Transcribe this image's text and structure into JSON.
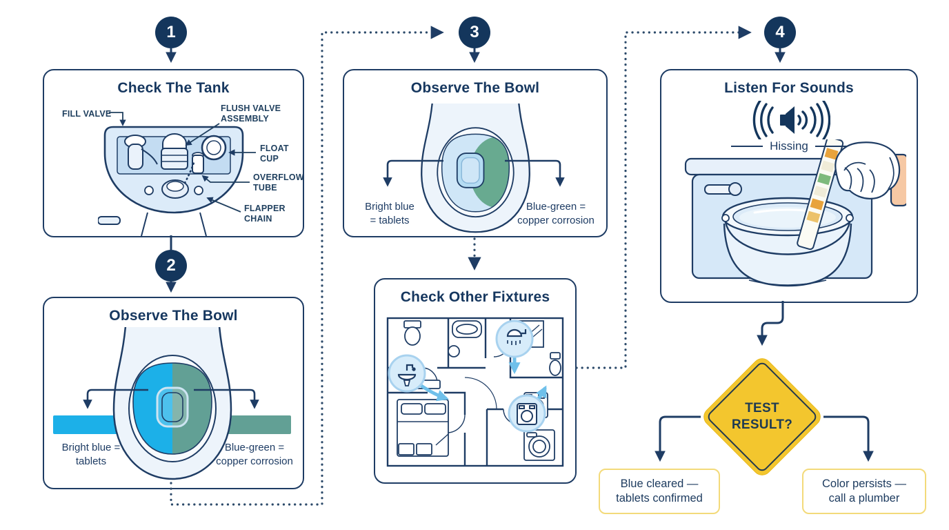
{
  "step1": {
    "number": "1",
    "title": "Check The Tank",
    "labels": {
      "fill_valve": "FILL VALVE",
      "flush_valve": "FLUSH VALVE\nASSEMBLY",
      "float_cup": "FLOAT\nCUP",
      "overflow_tube": "OVERFLOW\nTUBE",
      "flapper_chain": "FLAPPER\nCHAIN"
    }
  },
  "step2": {
    "number": "2",
    "title": "Observe The Bowl",
    "left_label": "Bright blue =\ntablets",
    "right_label": "Blue-green =\ncopper corrosion"
  },
  "step3": {
    "number": "3",
    "title": "Observe The Bowl",
    "left_label": "Bright blue\n= tablets",
    "right_label": "Blue-green =\ncopper corrosion"
  },
  "fixtures": {
    "title": "Check Other Fixtures"
  },
  "step4": {
    "number": "4",
    "title": "Listen For Sounds",
    "sound_label": "Hissing"
  },
  "decision": {
    "label": "TEST\nRESULT?"
  },
  "outcomes": {
    "left": "Blue cleared —\ntablets confirmed",
    "right": "Color persists —\ncall a plumber"
  },
  "icons": {
    "speaker": "speaker-with-sound-waves",
    "sink": "sink-faucet",
    "shower": "shower-head",
    "washer": "washing-machine"
  },
  "colors": {
    "navy": "#1e3c64",
    "circle_navy": "#14365c",
    "bright_blue": "#1cb0e8",
    "teal_green": "#62a095",
    "diamond_yellow": "#f3c62e",
    "outcome_border_yellow": "#f3da7a",
    "light_blue": "#d6e8f8",
    "pale_blue": "#edf4fb",
    "arrow_blue": "#6fc0ea",
    "skin": "#f6c8a4",
    "strip_orange": "#e8a33c",
    "strip_green": "#7eba7c"
  }
}
